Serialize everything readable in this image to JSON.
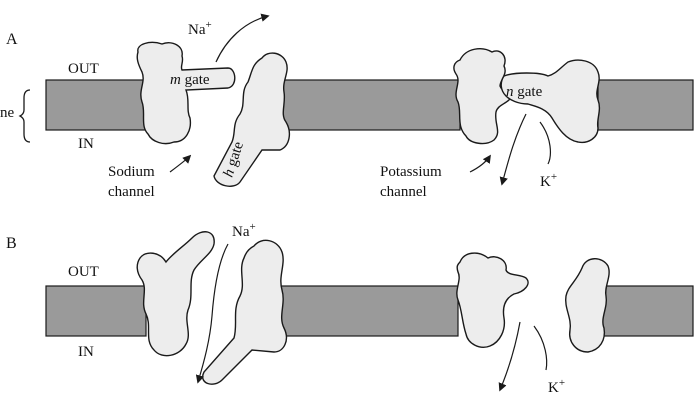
{
  "colors": {
    "membrane": "#9a9a9a",
    "protein": "#ededed",
    "stroke": "#1a1a1a",
    "background": "#ffffff"
  },
  "panel_a": {
    "label": "A",
    "out_label": "OUT",
    "in_label": "IN",
    "membrane_label": "ne",
    "na_label": "Na",
    "k_label": "K",
    "plus": "+",
    "m_gate_italic": "m",
    "m_gate_word": " gate",
    "h_gate_italic": "h",
    "h_gate_word": " gate",
    "n_gate_italic": "n",
    "n_gate_word": " gate",
    "sodium_line1": "Sodium",
    "sodium_line2": "channel",
    "potassium_line1": "Potassium",
    "potassium_line2": "channel"
  },
  "panel_b": {
    "label": "B",
    "out_label": "OUT",
    "in_label": "IN",
    "na_label": "Na",
    "k_label": "K",
    "plus": "+"
  }
}
